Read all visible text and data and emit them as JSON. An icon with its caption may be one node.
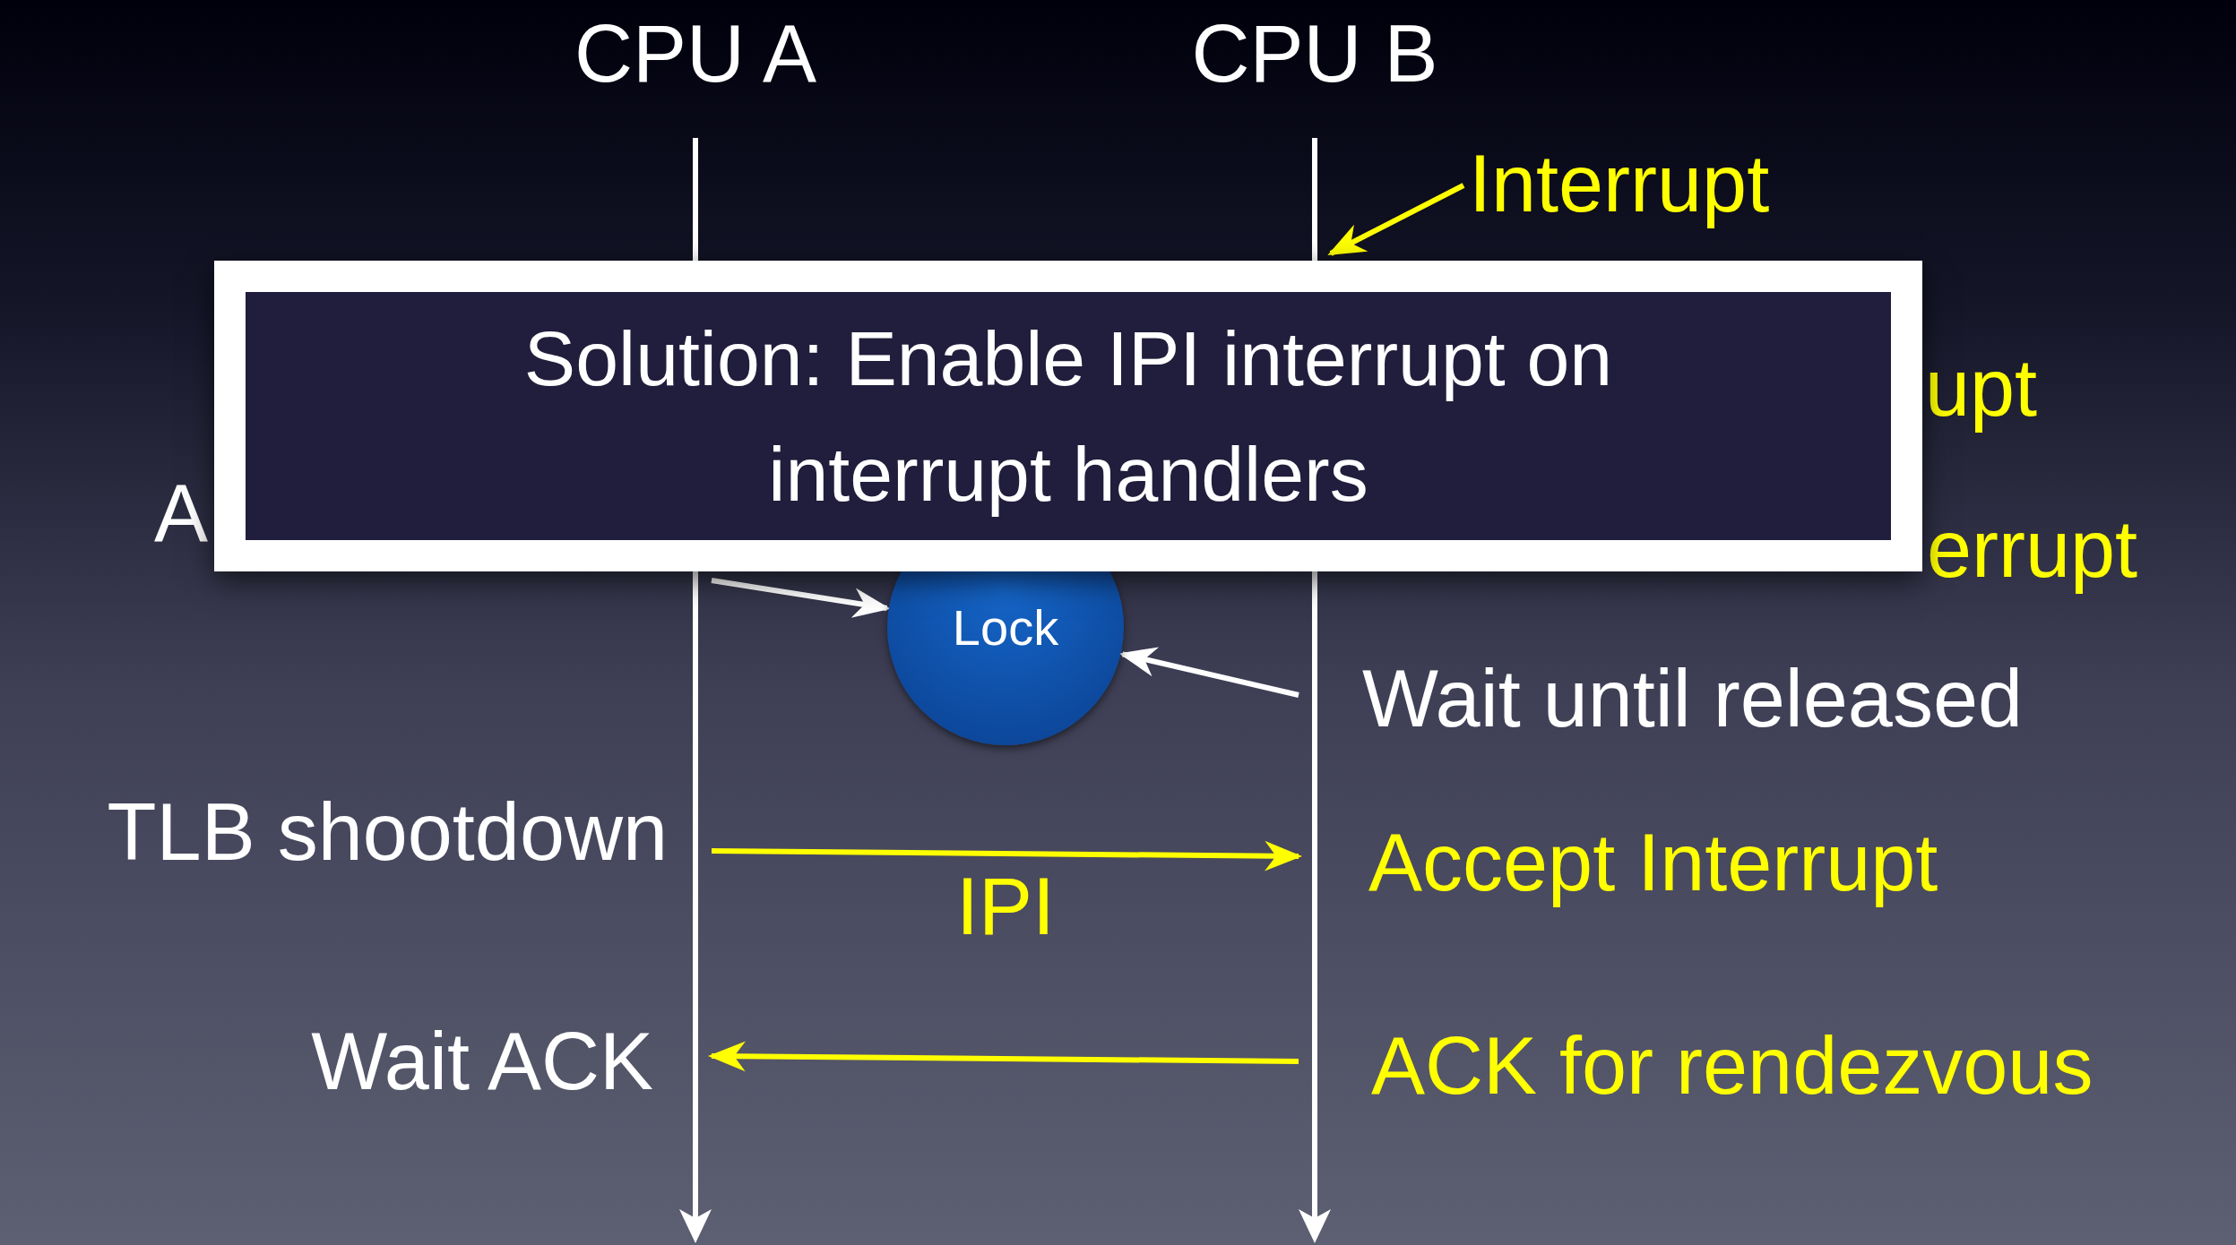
{
  "diagram": {
    "nodes": [
      {
        "text": [
          "Interrupt"
        ]
      },
      {
        "text": [
          "Solution: Enable IPI interrupt on interrupt handlers"
        ]
      },
      {
        "text": [
          "Lock"
        ]
      },
      {
        "text": [],
        "shape": "bar"
      },
      {
        "text": [],
        "shape": "bar"
      }
    ],
    "edges": [
      {
        "from": 0,
        "to": 4,
        "arrow": "to"
      },
      {
        "from": 3,
        "to": 2,
        "arrow": "to",
        "color": "#ffffff"
      },
      {
        "from": 4,
        "to": 2,
        "arrow": "to",
        "color": "#ffffff"
      },
      {
        "from": 3,
        "to": 4,
        "arrow": "to",
        "label": "IPI"
      },
      {
        "from": 4,
        "to": 3,
        "arrow": "to"
      }
    ],
    "labels": [
      "CPU A",
      "CPU B",
      "upt",
      "A",
      "errupt",
      "Wait until released",
      "TLB shootdown",
      "Accept Interrupt",
      "Wait ACK",
      "ACK for rendezvous"
    ]
  }
}
